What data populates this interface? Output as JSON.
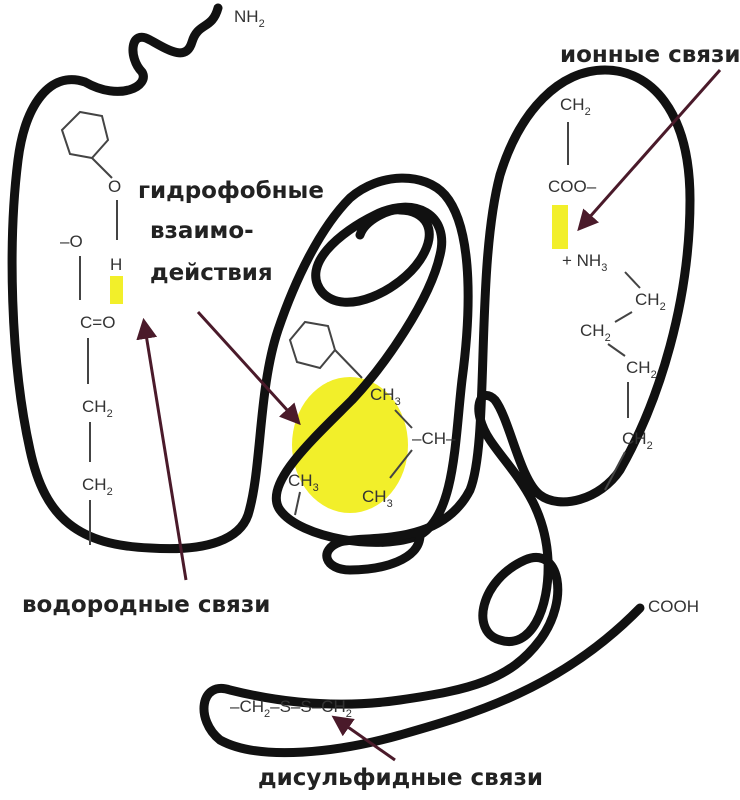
{
  "labels": {
    "ionic": "ионные связи",
    "hydrophobic_line1": "гидрофобные",
    "hydrophobic_line2": "взаимо-",
    "hydrophobic_line3": "действия",
    "hydrogen": "водородные связи",
    "disulfide": "дисульфидные связи"
  },
  "termini": {
    "n_terminus": "NH",
    "n_terminus_sub": "2",
    "c_terminus": "COOH"
  },
  "hydrogen_bond_group": {
    "o_top": "O",
    "o_left": "–O",
    "h": "H",
    "c_eq_o": "C=O",
    "ch2_a": "CH",
    "ch2_a_sub": "2",
    "ch2_b": "CH",
    "ch2_b_sub": "2"
  },
  "ionic_group": {
    "ch2_top": "CH",
    "ch2_top_sub": "2",
    "coo": "COO–",
    "nh3": "+ NH",
    "nh3_sub": "3",
    "ch2_1": "CH",
    "ch2_1_sub": "2",
    "ch2_2": "CH",
    "ch2_2_sub": "2",
    "ch2_3": "CH",
    "ch2_3_sub": "2",
    "ch2_4": "CH",
    "ch2_4_sub": "2"
  },
  "hydrophobic_group": {
    "ch3_top": "CH",
    "ch3_top_sub": "3",
    "ch": "–CH–",
    "ch3_left": "CH",
    "ch3_left_sub": "3",
    "ch3_bottom": "CH",
    "ch3_bottom_sub": "3"
  },
  "disulfide_group": {
    "formula": "–CH",
    "sub1": "2",
    "middle": "–S–S–CH",
    "sub2": "2"
  },
  "colors": {
    "highlight": "#f2ef2a",
    "chain": "#111111",
    "arrow": "#4a1a2a"
  }
}
